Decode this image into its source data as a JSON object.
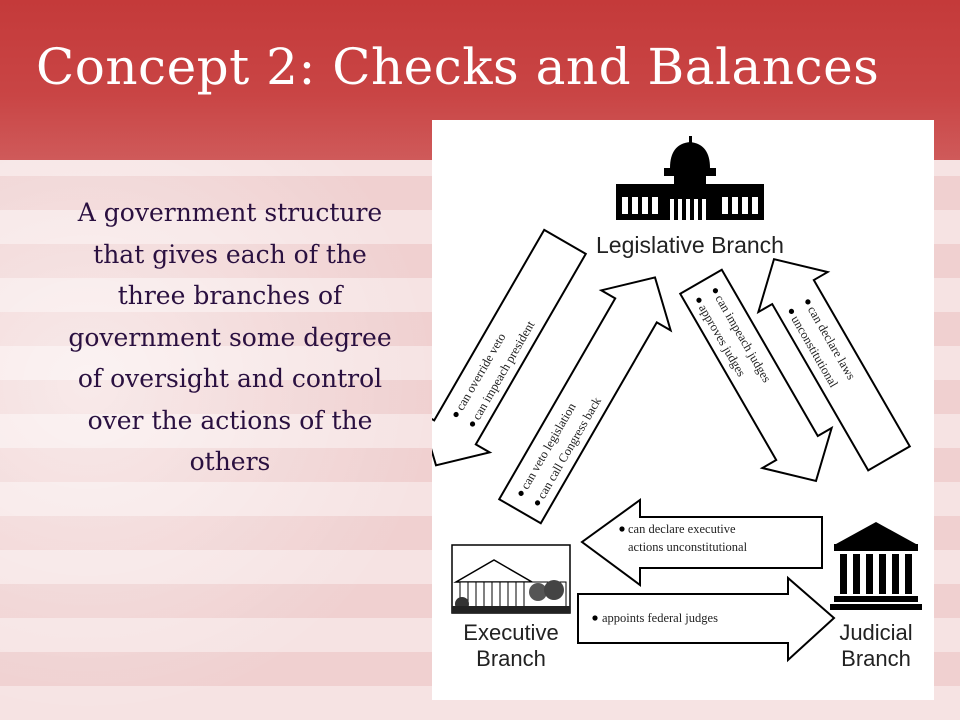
{
  "slide": {
    "title": "Concept 2: Checks and Balances",
    "definition": "A government structure that gives each of the three branches of government some degree of oversight and control over the actions of the others"
  },
  "diagram": {
    "legislative": "Legislative Branch",
    "executive_line1": "Executive",
    "executive_line2": "Branch",
    "judicial_line1": "Judicial",
    "judicial_line2": "Branch",
    "leg_to_exec": [
      "can override veto",
      "can impeach president"
    ],
    "exec_to_leg": [
      "can veto legislation",
      "can call Congress back"
    ],
    "leg_to_jud": [
      "can impeach judges",
      "approves judges"
    ],
    "jud_to_leg": [
      "can declare laws",
      "unconstitutional"
    ],
    "jud_to_exec": [
      "can declare executive",
      "actions unconstitutional"
    ],
    "exec_to_jud": [
      "appoints federal judges"
    ]
  },
  "colors": {
    "header": "#c43a3a",
    "title_text": "#ffffff",
    "body_text": "#2a1040"
  }
}
